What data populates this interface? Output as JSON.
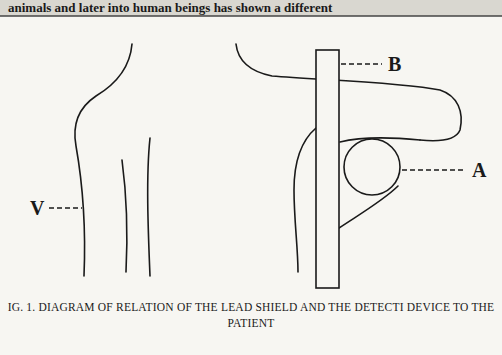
{
  "diagram": {
    "caption": "IG. 1. DIAGRAM OF RELATION OF THE LEAD SHIELD AND THE DETECTI DEVICE TO THE PATIENT",
    "labels": [
      "animals and later into human beings has shown a different",
      "B",
      "A",
      "V"
    ]
  }
}
